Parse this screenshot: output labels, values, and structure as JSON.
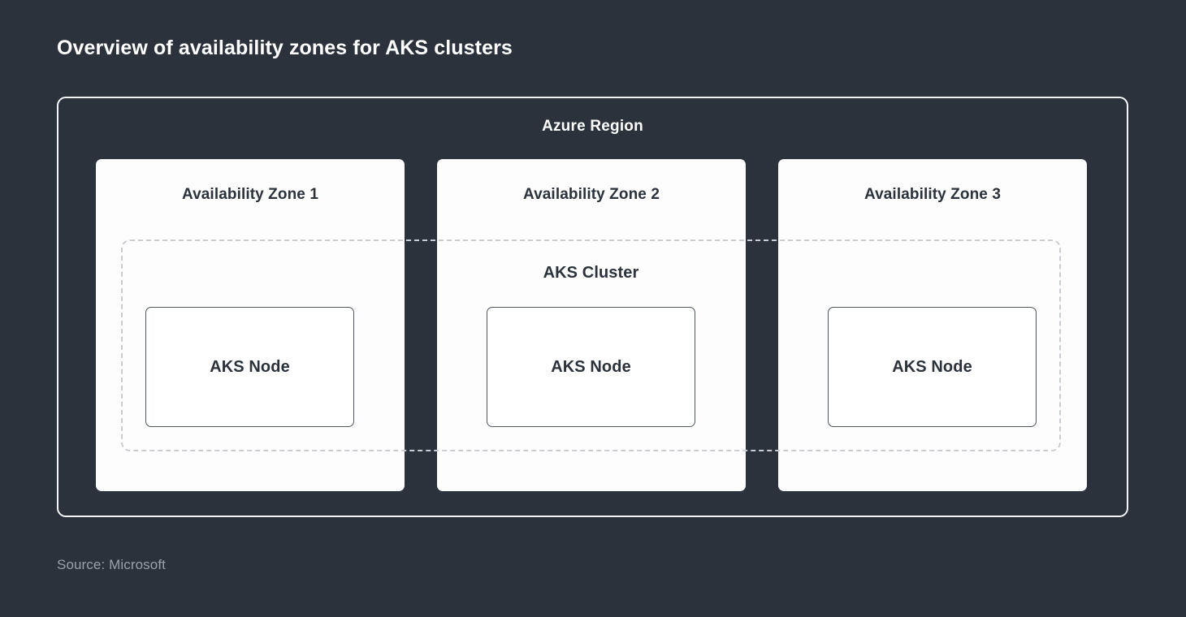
{
  "title": "Overview of availability zones for AKS clusters",
  "source": "Source: Microsoft",
  "colors": {
    "background": "#2b323c",
    "card_fill": "#fdfdfd",
    "region_border": "#f2f4f6",
    "cluster_border": "#c9cdd2",
    "node_border": "#4d5560",
    "title_text": "#ffffff",
    "dark_text": "#2b323c",
    "muted_text": "#99a1a9"
  },
  "diagram": {
    "type": "architecture-diagram",
    "region": {
      "label": "Azure Region",
      "zones": [
        {
          "label": "Availability Zone 1",
          "node": {
            "label": "AKS Node"
          }
        },
        {
          "label": "Availability Zone 2",
          "node": {
            "label": "AKS Node"
          }
        },
        {
          "label": "Availability Zone 3",
          "node": {
            "label": "AKS Node"
          }
        }
      ],
      "cluster": {
        "label": "AKS Cluster",
        "spans_zones": [
          "Availability Zone 1",
          "Availability Zone 2",
          "Availability Zone 3"
        ],
        "border_style": "dashed"
      }
    }
  }
}
